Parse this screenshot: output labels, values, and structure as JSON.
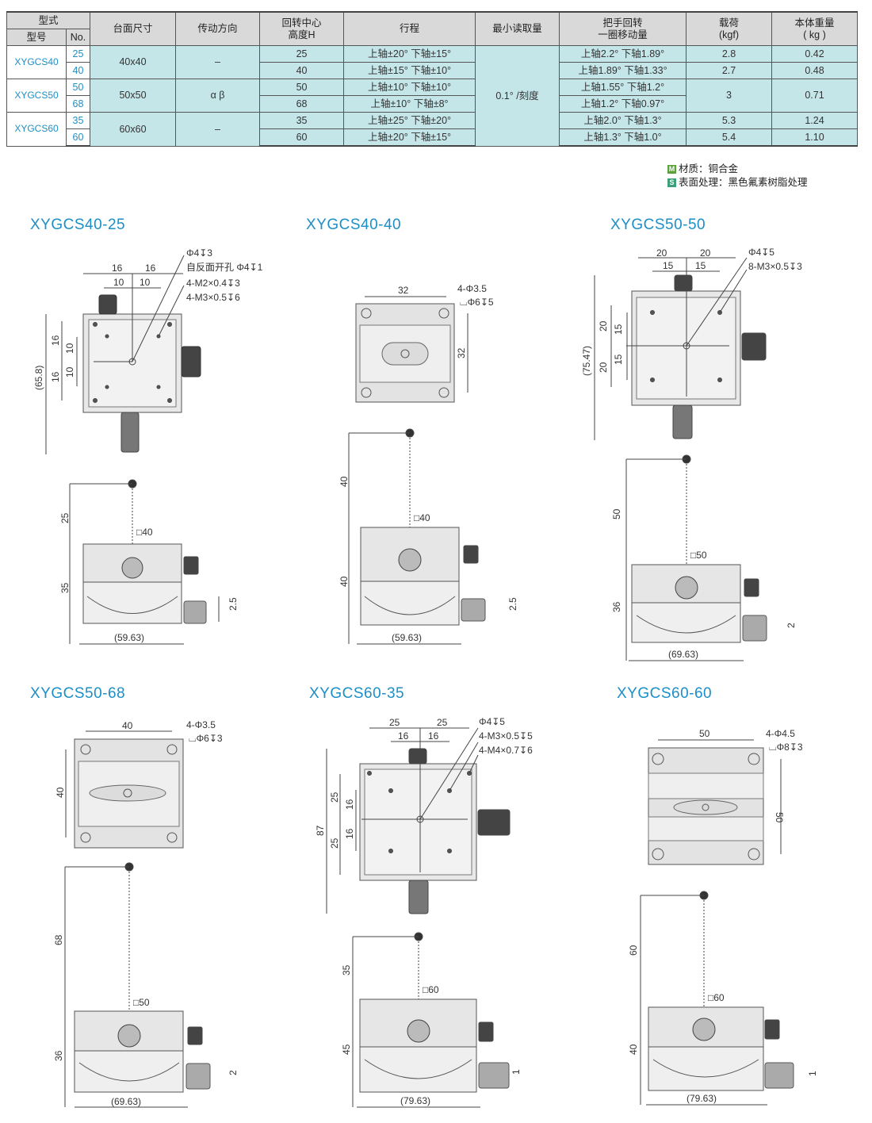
{
  "table": {
    "header": {
      "type": "型式",
      "model": "型号",
      "no": "No.",
      "table_size": "台面尺寸",
      "drive_direction": "传动方向",
      "rotation_center_line1": "回转中心",
      "rotation_center_line2": "高度H",
      "travel": "行程",
      "min_reading": "最小读取量",
      "handle_line1": "把手回转",
      "handle_line2": "一圈移动量",
      "load_line1": "载荷",
      "load_line2": "(kgf)",
      "weight_line1": "本体重量",
      "weight_line2": "( kg )"
    },
    "min_reading_value": "0.1° /刻度",
    "groups": [
      {
        "model": "XYGCS40",
        "size": "40x40",
        "direction": "–",
        "rows": [
          {
            "no": "25",
            "h": "25",
            "travel": "上轴±20°  下轴±15°",
            "handle": "上轴2.2°  下轴1.89°",
            "load": "2.8",
            "weight": "0.42"
          },
          {
            "no": "40",
            "h": "40",
            "travel": "上轴±15°  下轴±10°",
            "handle": "上轴1.89°  下轴1.33°",
            "load": "2.7",
            "weight": "0.48"
          }
        ]
      },
      {
        "model": "XYGCS50",
        "size": "50x50",
        "direction": "α β",
        "load": "3",
        "weight": "0.71",
        "rows": [
          {
            "no": "50",
            "h": "50",
            "travel": "上轴±10°  下轴±10°",
            "handle": "上轴1.55°  下轴1.2°"
          },
          {
            "no": "68",
            "h": "68",
            "travel": "上轴±10°  下轴±8°",
            "handle": "上轴1.2°  下轴0.97°"
          }
        ]
      },
      {
        "model": "XYGCS60",
        "size": "60x60",
        "direction": "–",
        "rows": [
          {
            "no": "35",
            "h": "35",
            "travel": "上轴±25°  下轴±20°",
            "handle": "上轴2.0°  下轴1.3°",
            "load": "5.3",
            "weight": "1.24"
          },
          {
            "no": "60",
            "h": "60",
            "travel": "上轴±20°  下轴±15°",
            "handle": "上轴1.3°  下轴1.0°",
            "load": "5.4",
            "weight": "1.10"
          }
        ]
      }
    ]
  },
  "legend": {
    "material_icon": "M",
    "material": "材质：铜合金",
    "surface_icon": "S",
    "surface": "表面处理：黑色氟素树脂处理"
  },
  "drawings": [
    {
      "title": "XYGCS40-25",
      "top_dims": [
        "16",
        "16",
        "10",
        "10",
        "16",
        "10",
        "10",
        "16",
        "(65.8)"
      ],
      "top_notes": [
        "Φ4↧3",
        "自反面开孔 Φ4↧1",
        "4-M2×0.4↧3",
        "4-M3×0.5↧6"
      ],
      "side_dims": [
        "25",
        "35",
        "2.5",
        "(59.63)",
        "□40"
      ]
    },
    {
      "title": "XYGCS40-40",
      "top_dims": [
        "32",
        "32"
      ],
      "top_notes": [
        "4-Φ3.5",
        "⌴Φ6↧5"
      ],
      "side_dims": [
        "40",
        "40",
        "2.5",
        "(59.63)",
        "□40"
      ]
    },
    {
      "title": "XYGCS50-50",
      "top_dims": [
        "20",
        "20",
        "15",
        "15",
        "20",
        "15",
        "15",
        "20",
        "(75.47)"
      ],
      "top_notes": [
        "Φ4↧5",
        "8-M3×0.5↧3"
      ],
      "side_dims": [
        "50",
        "36",
        "2",
        "(69.63)",
        "□50"
      ]
    },
    {
      "title": "XYGCS50-68",
      "top_dims": [
        "40",
        "40"
      ],
      "top_notes": [
        "4-Φ3.5",
        "⌴Φ6↧3"
      ],
      "side_dims": [
        "68",
        "36",
        "2",
        "(69.63)",
        "□50"
      ]
    },
    {
      "title": "XYGCS60-35",
      "top_dims": [
        "25",
        "25",
        "16",
        "16",
        "25",
        "16",
        "16",
        "25",
        "87"
      ],
      "top_notes": [
        "Φ4↧5",
        "4-M3×0.5↧5",
        "4-M4×0.7↧6"
      ],
      "side_dims": [
        "35",
        "45",
        "1",
        "(79.63)",
        "□60"
      ]
    },
    {
      "title": "XYGCS60-60",
      "top_dims": [
        "50",
        "50"
      ],
      "top_notes": [
        "4-Φ4.5",
        "⌴Φ8↧3"
      ],
      "side_dims": [
        "60",
        "40",
        "1",
        "(79.63)",
        "□60"
      ]
    }
  ]
}
